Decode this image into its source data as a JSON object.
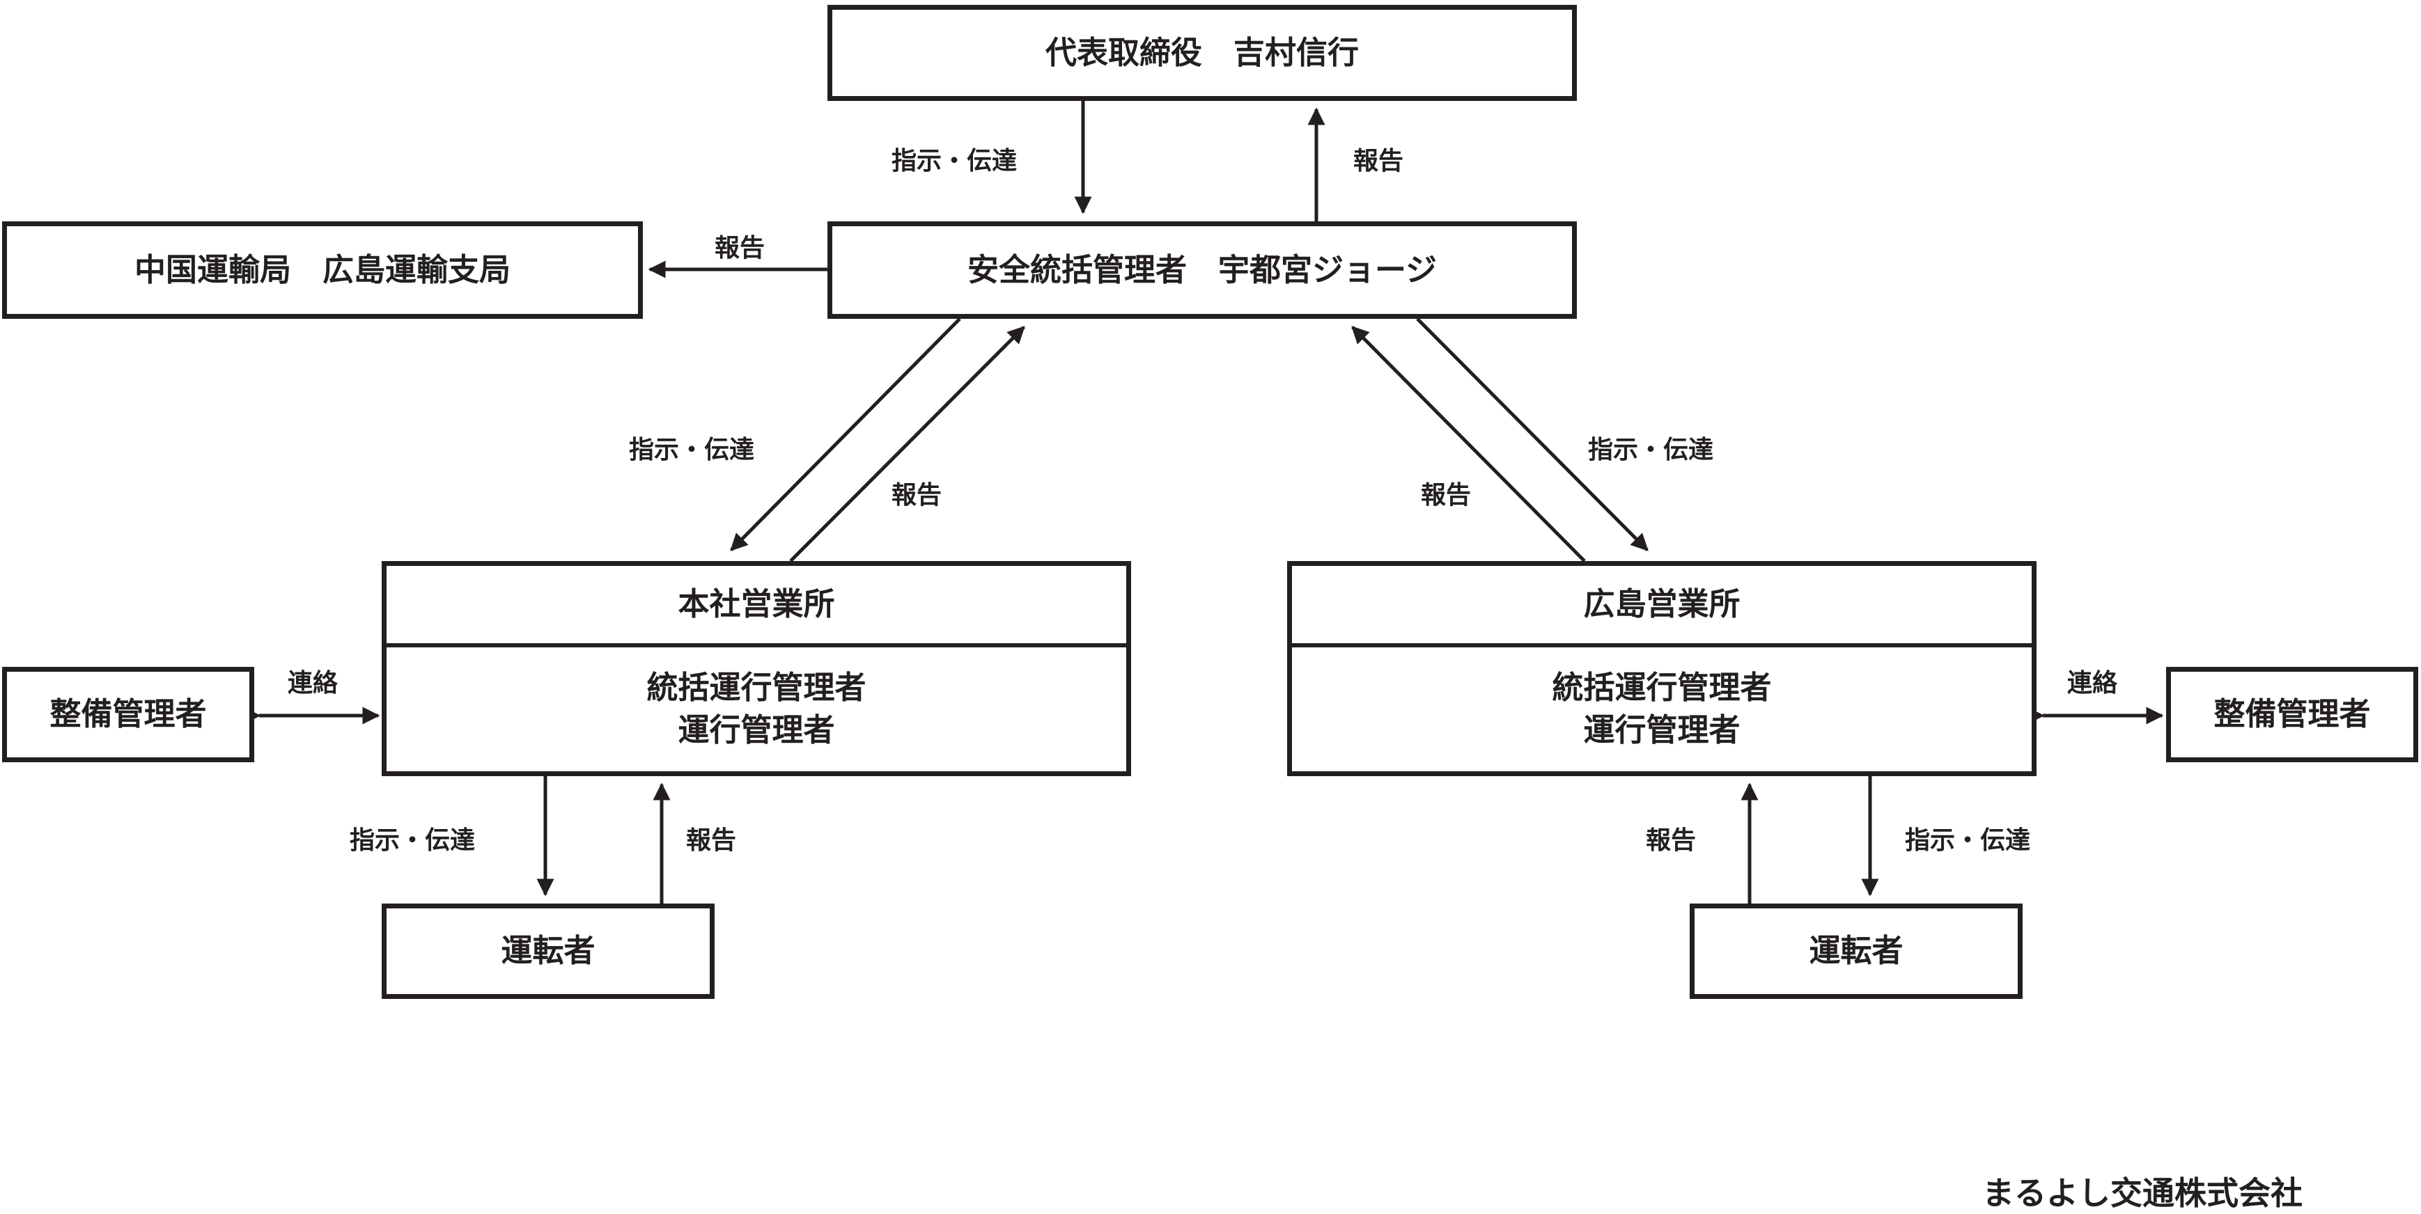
{
  "boxes": {
    "ceo": "代表取締役　吉村信行",
    "safety_manager": "安全統括管理者　宇都宮ジョージ",
    "transport_bureau": "中国運輸局　広島運輸支局",
    "honsha": {
      "title": "本社営業所",
      "line1": "統括運行管理者",
      "line2": "運行管理者"
    },
    "hiroshima": {
      "title": "広島営業所",
      "line1": "統括運行管理者",
      "line2": "運行管理者"
    },
    "maintenance_left": "整備管理者",
    "maintenance_right": "整備管理者",
    "driver_left": "運転者",
    "driver_right": "運転者"
  },
  "labels": {
    "instruct": "指示・伝達",
    "report": "報告",
    "contact": "連絡"
  },
  "company": "まるよし交通株式会社"
}
